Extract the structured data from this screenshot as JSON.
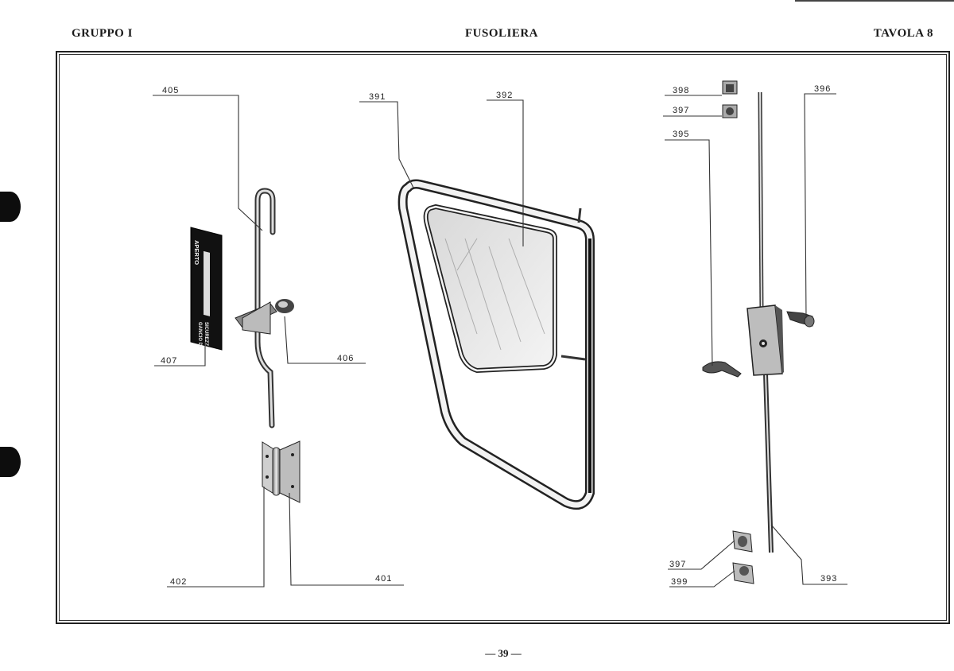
{
  "header": {
    "left": "GRUPPO I",
    "center": "FUSOLIERA",
    "right": "TAVOLA 8"
  },
  "sign": {
    "top_text": "APERTO",
    "bottom_text_1": "GANCIO DI",
    "bottom_text_2": "SICUREZZA"
  },
  "callouts": {
    "c405": "405",
    "c407": "407",
    "c406": "406",
    "c402": "402",
    "c401": "401",
    "c391": "391",
    "c392": "392",
    "c398": "398",
    "c397a": "397",
    "c395": "395",
    "c396": "396",
    "c397b": "397",
    "c399": "399",
    "c393": "393"
  },
  "footer": {
    "page": "— 39 —"
  }
}
